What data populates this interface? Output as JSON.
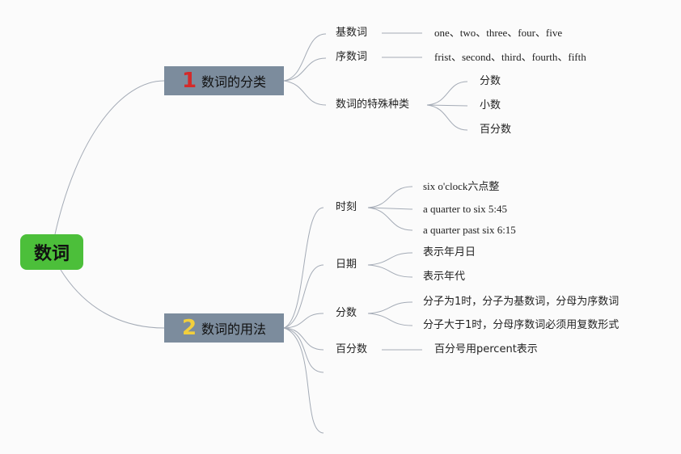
{
  "root": {
    "label": "数词"
  },
  "branch1": {
    "number": "1",
    "label": "数词的分类",
    "number_color": "#d42a2a"
  },
  "branch2": {
    "number": "2",
    "label": "数词的用法",
    "number_color": "#f2cf3c"
  },
  "b1_children": {
    "cardinal": {
      "label": "基数词",
      "detail": "one、two、three、four、five"
    },
    "ordinal": {
      "label": "序数词",
      "detail": "frist、second、third、fourth、fifth"
    },
    "special": {
      "label": "数词的特殊种类",
      "items": [
        "分数",
        "小数",
        "百分数"
      ]
    }
  },
  "b2_children": {
    "time": {
      "label": "时刻",
      "items": [
        "six o'clock六点整",
        "a quarter to six 5:45",
        "a quarter past six 6:15"
      ]
    },
    "date": {
      "label": "日期",
      "items": [
        "表示年月日",
        "表示年代"
      ]
    },
    "fraction": {
      "label": "分数",
      "items": [
        "分子为1时，分子为基数词，分母为序数词",
        "分子大于1时，分母序数词必须用复数形式"
      ]
    },
    "percent": {
      "label": "百分数",
      "detail": "百分号用percent表示"
    }
  },
  "colors": {
    "root_bg": "#4cbf3a",
    "branch_bg": "#7c8c9d",
    "edge": "#a4abb6"
  }
}
